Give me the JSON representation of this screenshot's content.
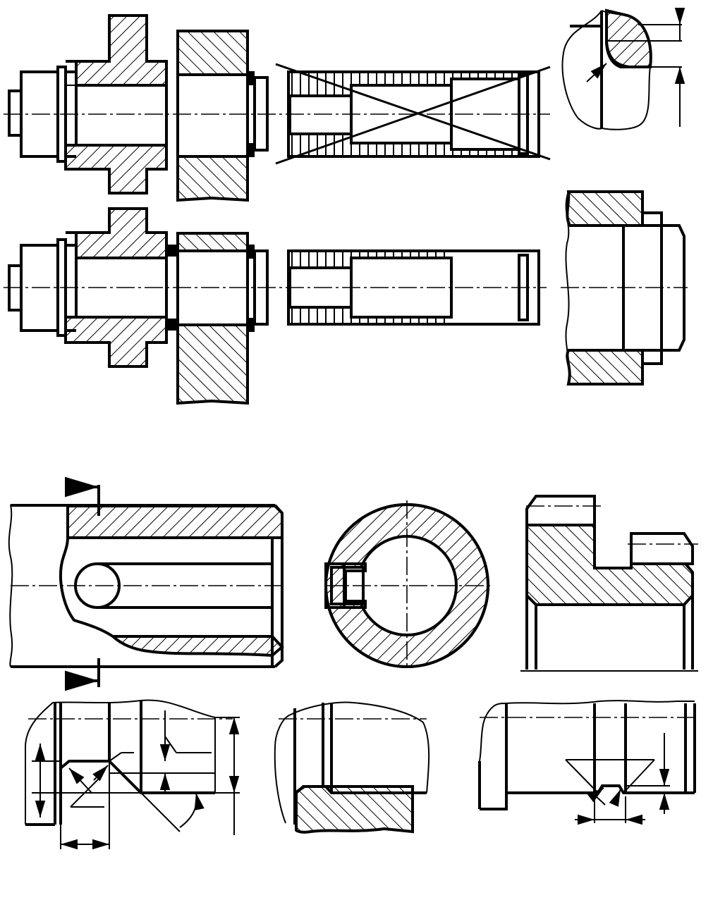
{
  "sheet": {
    "kind": "engineering drawing sheet: mechanical sections (bolted joint, shaft ends, keyway, shoulders, grooves)",
    "printed_text": []
  },
  "colors": {
    "line": "#000000",
    "paper": "#ffffff"
  },
  "views": [
    {
      "name": "bolt-joint-wrong",
      "crossed_out": true
    },
    {
      "name": "detail-fillet"
    },
    {
      "name": "bolt-joint-correct"
    },
    {
      "name": "detail-end-chamfer"
    },
    {
      "name": "key-slot-longitudinal"
    },
    {
      "name": "key-slot-section-a-a"
    },
    {
      "name": "stepped-bushing-section"
    },
    {
      "name": "groove-shoulder-dimensions"
    },
    {
      "name": "shaft-with-bushing"
    },
    {
      "name": "v-groove-detail"
    }
  ]
}
